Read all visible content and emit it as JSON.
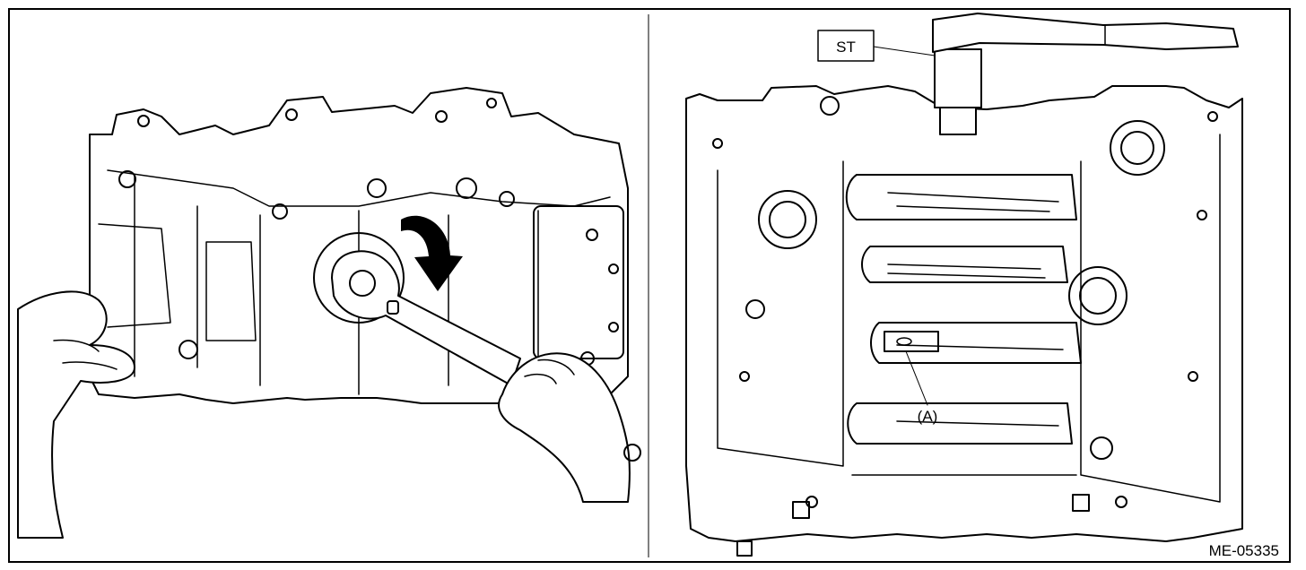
{
  "labels": {
    "st": "ST",
    "a": "(A)",
    "figure_code": "ME-05335"
  },
  "colors": {
    "ink": "#000000",
    "paper": "#ffffff"
  },
  "icons": {
    "rotation_arrow": "curved-arrow-clockwise-icon"
  }
}
